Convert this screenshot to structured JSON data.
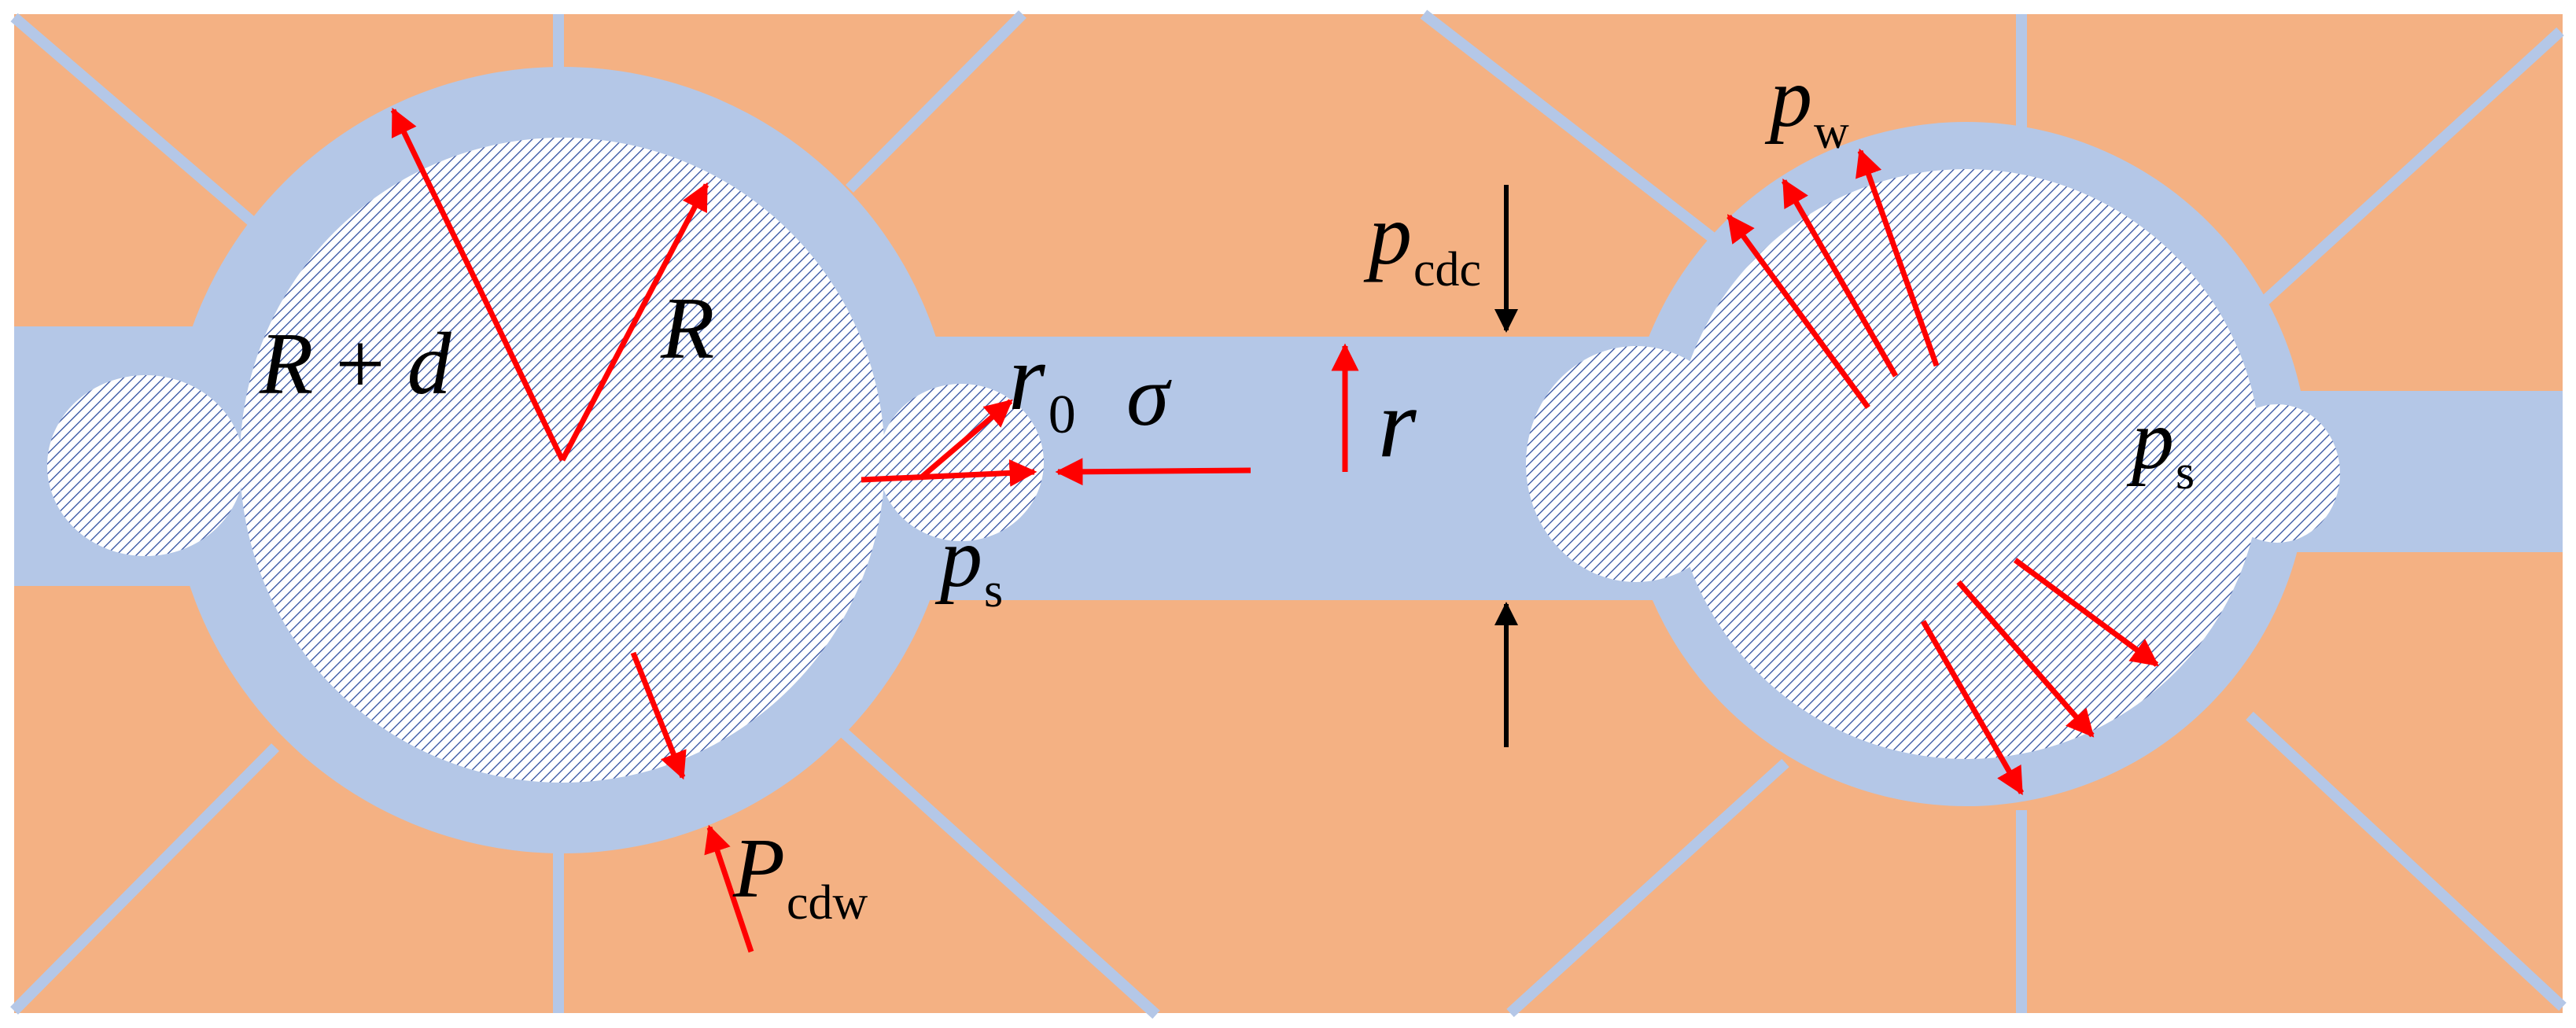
{
  "colors": {
    "matrix": "#F4B183",
    "water": "#B4C7E7",
    "hatch": "#2F4F9F",
    "arrow_red": "#FF0000",
    "arrow_black": "#000000"
  },
  "labels": {
    "r_plus_d": {
      "R": "R",
      "op": " + ",
      "d": "d"
    },
    "R": "R",
    "r0": {
      "main": "r",
      "sub": "0"
    },
    "sigma": "σ",
    "r": "r",
    "pcdc": {
      "main": "p",
      "sub": "cdc"
    },
    "pw": {
      "main": "p",
      "sub": "w"
    },
    "ps_left": {
      "main": "p",
      "sub": "s"
    },
    "ps_right": {
      "main": "p",
      "sub": "s"
    },
    "pcdw": {
      "main": "P",
      "sub": "cdw"
    }
  }
}
